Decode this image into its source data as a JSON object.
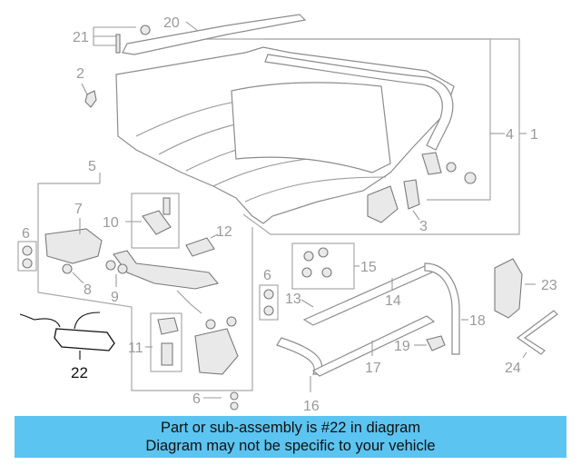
{
  "callouts": {
    "c1": "1",
    "c2": "2",
    "c3": "3",
    "c4": "4",
    "c5": "5",
    "c6a": "6",
    "c6b": "6",
    "c6c": "6",
    "c7": "7",
    "c8": "8",
    "c9": "9",
    "c10": "10",
    "c11": "11",
    "c12": "12",
    "c13": "13",
    "c14": "14",
    "c15": "15",
    "c16": "16",
    "c17": "17",
    "c18": "18",
    "c19": "19",
    "c20": "20",
    "c21": "21",
    "c22": "22",
    "c23": "23",
    "c24": "24"
  },
  "colors": {
    "highlight_bar": "#5bc4f1",
    "callout_gray": "#9a9a9a",
    "highlight_part": "#111111"
  },
  "caption": {
    "line1": "Part or sub-assembly is #22 in diagram",
    "line2": "Diagram may not be specific to your vehicle"
  }
}
